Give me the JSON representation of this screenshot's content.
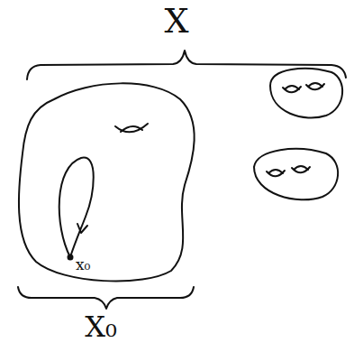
{
  "diagram": {
    "nodes": [
      {
        "text": [
          "x₀"
        ]
      }
    ],
    "labels": [
      "X",
      "X₀"
    ]
  }
}
